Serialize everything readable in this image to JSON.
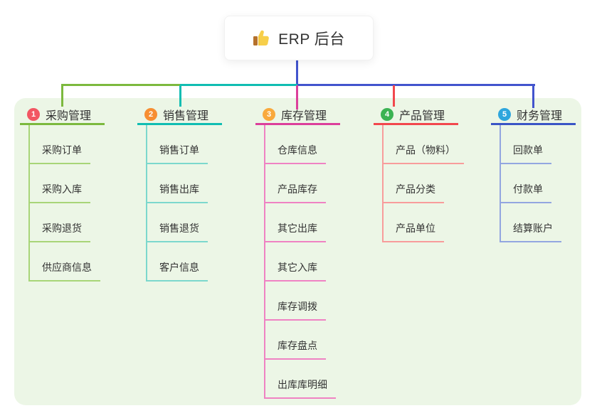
{
  "root": {
    "label": "ERP 后台",
    "icon": "thumbs-up-icon"
  },
  "connectors": {
    "root_line": "#4254cd",
    "segments": [
      "#7cb93e",
      "#10bdb2",
      "#4254cd"
    ],
    "drops": [
      "#7cb93e",
      "#10bdb2",
      "#dc3f9b",
      "#f2474d",
      "#4254cd"
    ]
  },
  "panel": {
    "background": "#ecf6e6"
  },
  "branches": [
    {
      "index": "1",
      "label": "采购管理",
      "badge_color": "#f25663",
      "line_color": "#7cb93e",
      "child_line_color": "#a8d578",
      "children": [
        "采购订单",
        "采购入库",
        "采购退货",
        "供应商信息"
      ]
    },
    {
      "index": "2",
      "label": "销售管理",
      "badge_color": "#f78e32",
      "line_color": "#10bdb2",
      "child_line_color": "#7cd8cd",
      "children": [
        "销售订单",
        "销售出库",
        "销售退货",
        "客户信息"
      ]
    },
    {
      "index": "3",
      "label": "库存管理",
      "badge_color": "#f9a93c",
      "line_color": "#dc3f9b",
      "child_line_color": "#ef82c3",
      "children": [
        "仓库信息",
        "产品库存",
        "其它出库",
        "其它入库",
        "库存调拨",
        "库存盘点",
        "出库库明细"
      ]
    },
    {
      "index": "4",
      "label": "产品管理",
      "badge_color": "#3bb353",
      "line_color": "#f2474d",
      "child_line_color": "#f89c9b",
      "children": [
        "产品（物料）",
        "产品分类",
        "产品单位"
      ]
    },
    {
      "index": "5",
      "label": "财务管理",
      "badge_color": "#2ea6dd",
      "line_color": "#3a55c6",
      "child_line_color": "#93a6e0",
      "children": [
        "回款单",
        "付款单",
        "结算账户"
      ]
    }
  ]
}
